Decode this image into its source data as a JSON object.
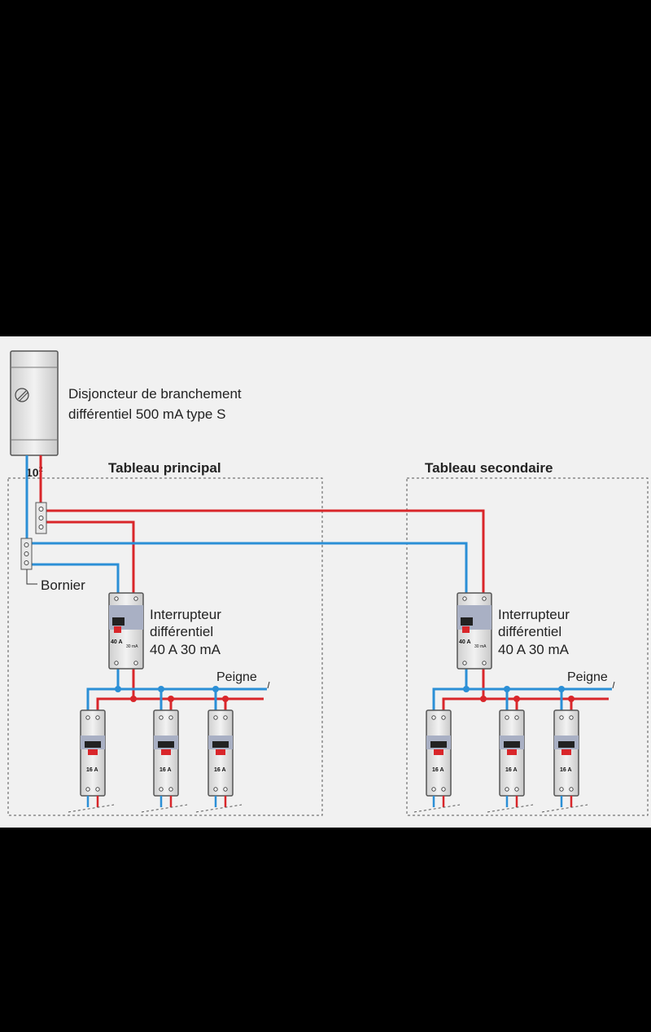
{
  "main_breaker": {
    "line1": "Disjoncteur de branchement",
    "line2": "différentiel 500 mA type S",
    "section_base": "10",
    "section_exp": "2"
  },
  "board_main": {
    "title": "Tableau principal",
    "terminal_label": "Bornier",
    "rcd": {
      "line1": "Interrupteur",
      "line2": "différentiel",
      "line3": "40 A 30 mA",
      "rating": "40 A",
      "sensitivity": "30 mA"
    },
    "comb_label": "Peigne",
    "breakers": [
      "16 A",
      "16 A",
      "16 A"
    ]
  },
  "board_secondary": {
    "title": "Tableau secondaire",
    "rcd": {
      "line1": "Interrupteur",
      "line2": "différentiel",
      "line3": "40 A 30 mA",
      "rating": "40 A",
      "sensitivity": "30 mA"
    },
    "comb_label": "Peigne",
    "breakers": [
      "16 A",
      "16 A",
      "16 A"
    ]
  },
  "colors": {
    "phase": "#d9262a",
    "neutral": "#2b8fd6",
    "frame": "#555555",
    "device": "#e6e6e6",
    "panel_bg": "#f1f1f1",
    "page_bg": "#000000"
  }
}
